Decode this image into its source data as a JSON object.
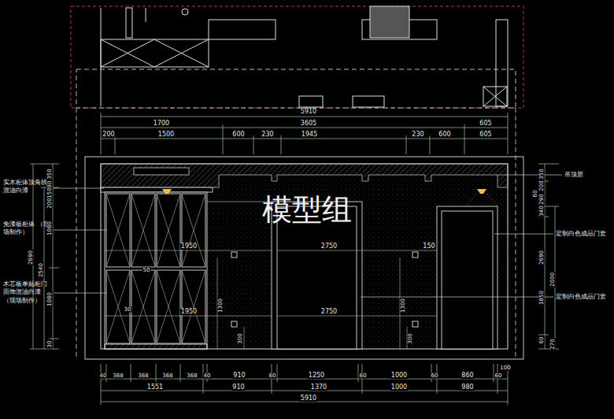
{
  "diagram": {
    "labels": [
      "5910",
      "1700",
      "3605",
      "605",
      "200",
      "1500",
      "600",
      "230",
      "1945",
      "230",
      "600",
      "605",
      "实木柜体顶角线 混油白漆",
      "免漆板柜体 （现场制作）",
      "木芯板单贴柜门 面饰混油白漆 （现场制作）",
      "350",
      "80",
      "150",
      "200",
      "1080",
      "2690",
      "2540",
      "1080",
      "30",
      "350",
      "200",
      "60",
      "290",
      "340",
      "2690",
      "2000",
      "1850",
      "60",
      "270",
      "吊顶层",
      "定制白色成品门套",
      "定制白色成品门套",
      "1950",
      "1950",
      "50",
      "30",
      "2750",
      "2750",
      "150",
      "1300",
      "1300",
      "300",
      "300",
      "40",
      "368",
      "368",
      "368",
      "368",
      "40",
      "910",
      "60",
      "1250",
      "60",
      "1000",
      "60",
      "860",
      "60",
      "100",
      "1551",
      "910",
      "1370",
      "1000",
      "980",
      "5910",
      "模型组"
    ]
  }
}
